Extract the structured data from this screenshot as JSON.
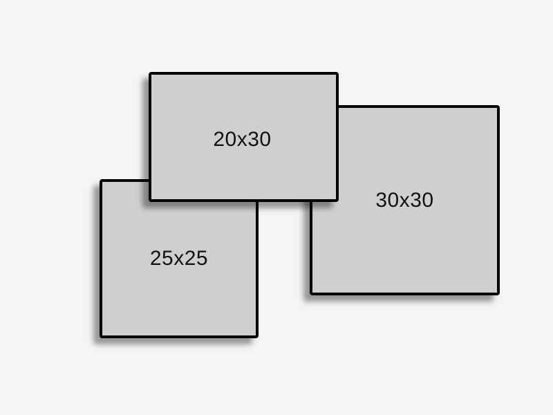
{
  "colors": {
    "background": "#f4f4f6",
    "fill": "#cfcfcf",
    "stroke": "#000000"
  },
  "rectangles": [
    {
      "label": "25x25"
    },
    {
      "label": "30x30"
    },
    {
      "label": "20x30"
    }
  ]
}
